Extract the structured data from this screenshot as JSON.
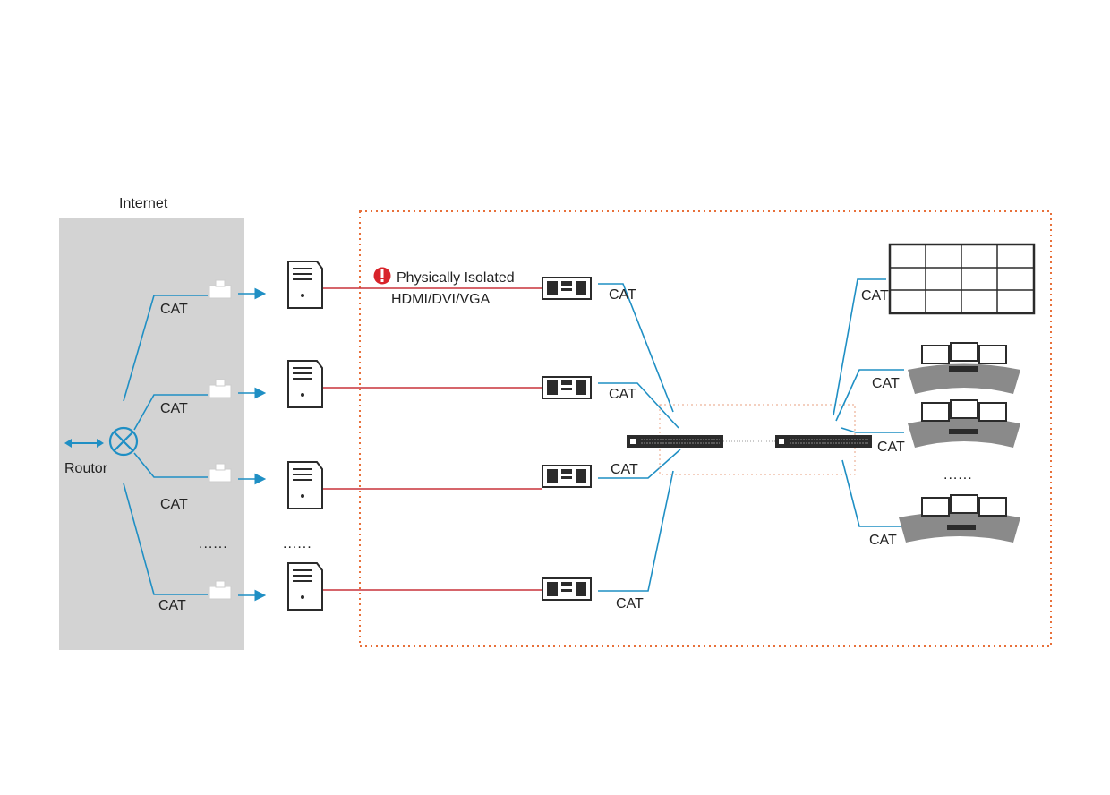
{
  "internet_zone": {
    "label": "Internet",
    "bg_color": "#d3d3d3"
  },
  "router": {
    "label": "Routor",
    "icon": "router-icon",
    "color": "#1f8fc4"
  },
  "isolation": {
    "warning_icon": "exclamation-icon",
    "warning_color": "#d8232a",
    "label": "Physically Isolated",
    "interface_label": "HDMI/DVI/VGA",
    "boundary_color": "#e8703a"
  },
  "cable_labels": {
    "internet_1": "CAT",
    "internet_2": "CAT",
    "internet_3": "CAT",
    "internet_4": "CAT",
    "extender_1": "CAT",
    "extender_2": "CAT",
    "extender_3": "CAT",
    "extender_4": "CAT",
    "output_wall": "CAT",
    "output_console_1": "CAT",
    "output_console_2": "CAT",
    "output_console_3": "CAT"
  },
  "ellipsis": {
    "ports": "......",
    "computers": "......",
    "consoles": "......"
  },
  "colors": {
    "cat_cable": "#1f8fc4",
    "video_cable": "#c8323a",
    "device_dark": "#2b2b2b",
    "console_desk": "#8a8a8a"
  }
}
